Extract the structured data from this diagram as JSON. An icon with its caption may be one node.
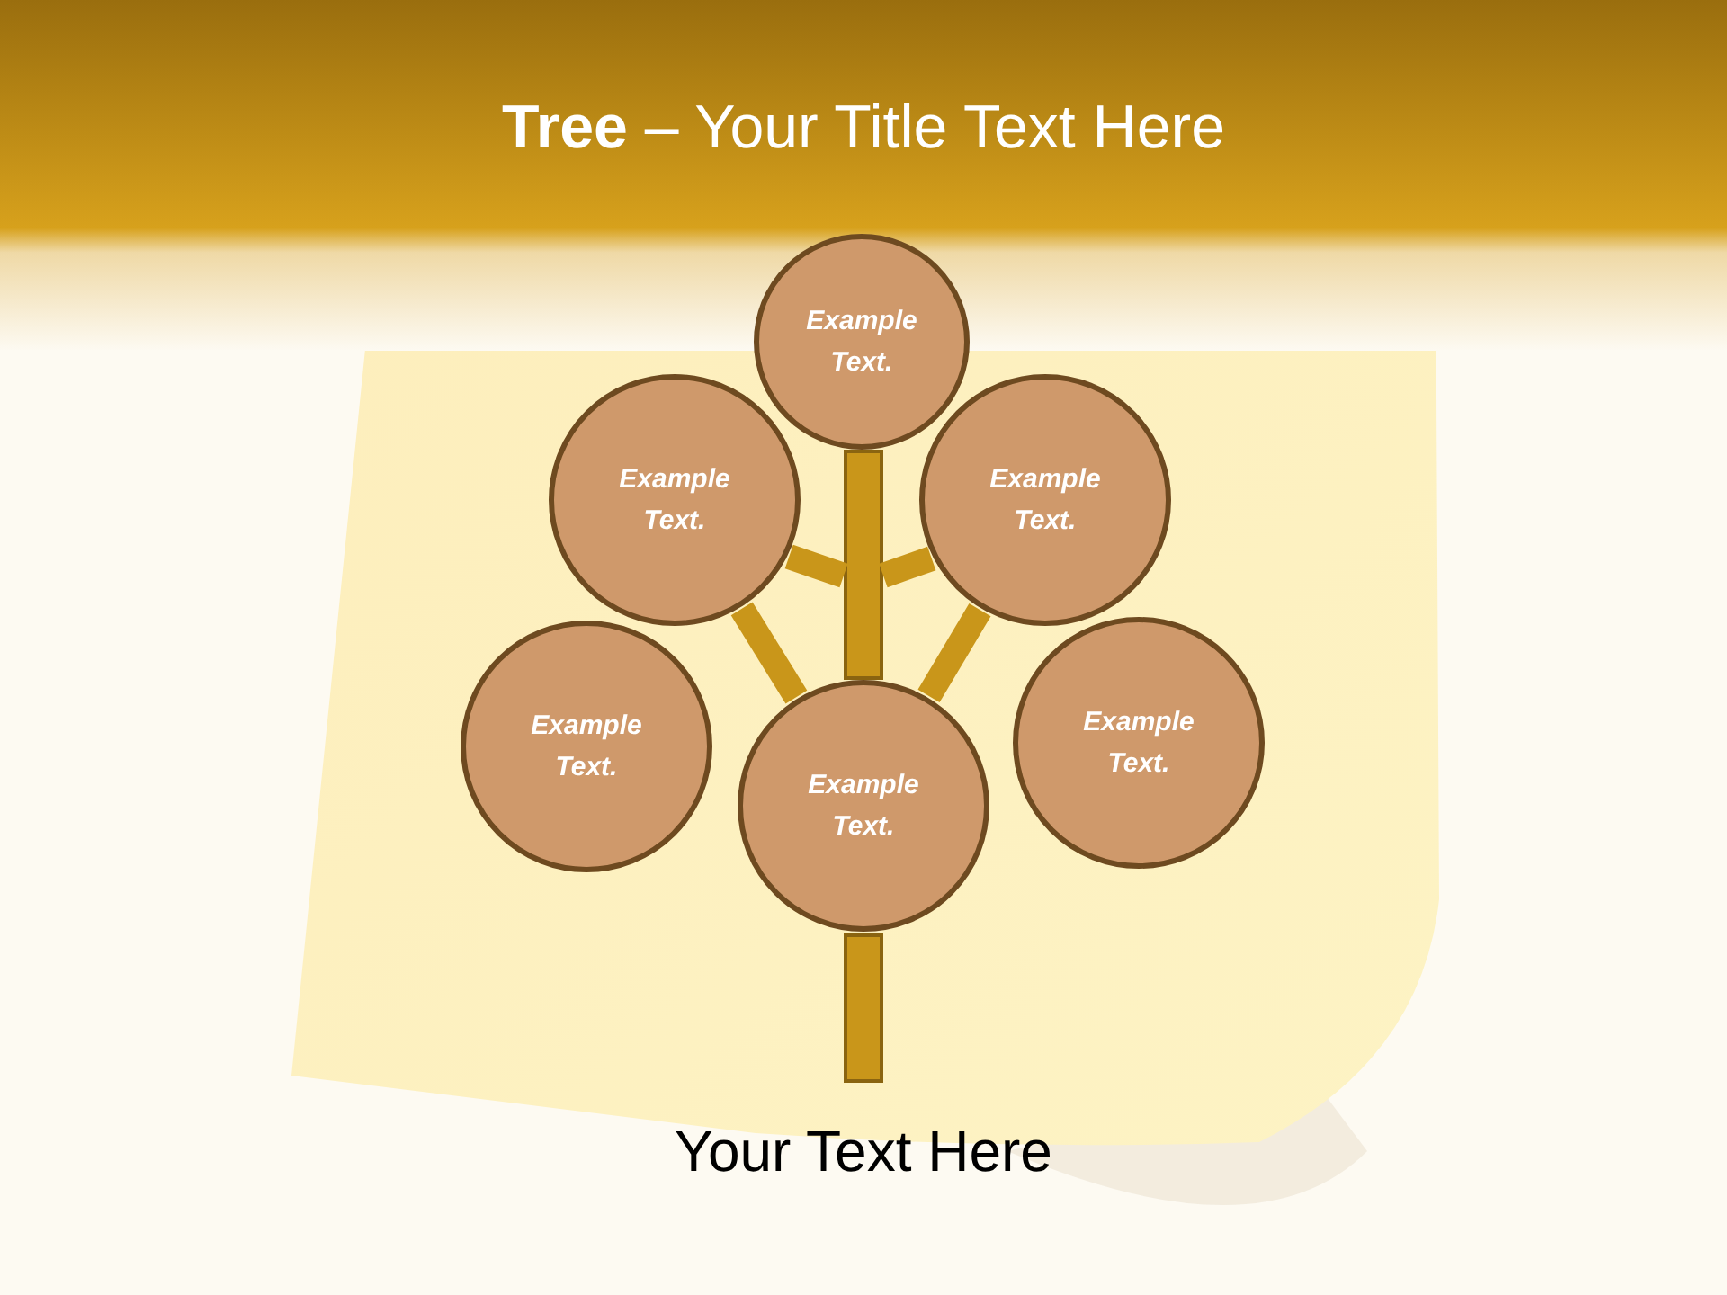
{
  "diagram": {
    "title": "**Tree** – Your Title Text Here",
    "caption": "Your Text Here",
    "nodes": [
      {
        "text": [
          "Example Text."
        ]
      },
      {
        "text": [
          "Example Text."
        ]
      },
      {
        "text": [
          "Example Text."
        ]
      },
      {
        "text": [
          "Example Text."
        ]
      },
      {
        "text": [
          "Example Text."
        ]
      },
      {
        "text": [
          "Example Text."
        ]
      },
      {
        "text": [],
        "shape": "bar"
      },
      {
        "text": [],
        "shape": "bar"
      }
    ],
    "edges": [
      {
        "from": 1,
        "to": 6,
        "arrow": "none"
      },
      {
        "from": 6,
        "to": 2,
        "arrow": "none"
      },
      {
        "from": 1,
        "to": 4,
        "arrow": "none"
      },
      {
        "from": 2,
        "to": 4,
        "arrow": "none"
      }
    ]
  }
}
